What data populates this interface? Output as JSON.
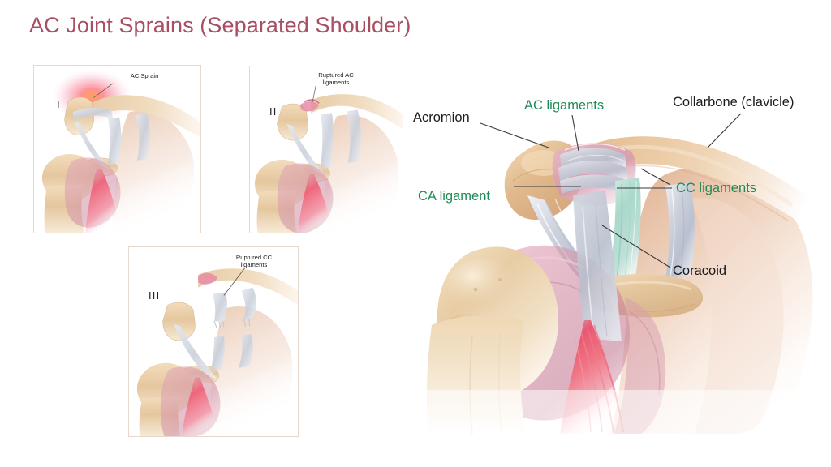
{
  "page": {
    "title": "AC Joint Sprains (Separated Shoulder)",
    "background_color": "#ffffff",
    "title_color": "#a84f63"
  },
  "colors": {
    "title": "#a84f63",
    "label_black": "#1a1a1a",
    "label_green": "#1f8a55",
    "panel_border": "#e7d8cd",
    "bone": "#e4c49c",
    "bone_light": "#f0dcc0",
    "ligament": "#c8cbd6",
    "ligament_teal": "#a8d8cc",
    "capsule_pink": "#d49aae",
    "muscle_red": "#e8506a",
    "inflammation": "#f4697f",
    "skin": "#e0b190"
  },
  "grade_panels": [
    {
      "numeral": "I",
      "callout": "AC Sprain",
      "description": "Grade I AC joint sprain with inflammation at the acromioclavicular joint"
    },
    {
      "numeral": "II",
      "callout": "Ruptured AC\nligaments",
      "description": "Grade II sprain with ruptured acromioclavicular ligaments"
    },
    {
      "numeral": "III",
      "callout": "Ruptured CC\nligaments",
      "description": "Grade III sprain with ruptured coracoclavicular ligaments"
    }
  ],
  "main_diagram": {
    "labels": [
      {
        "id": "acromion",
        "text": "Acromion",
        "color": "black"
      },
      {
        "id": "ac_ligaments",
        "text": "AC ligaments",
        "color": "green"
      },
      {
        "id": "collarbone",
        "text": "Collarbone (clavicle)",
        "color": "black"
      },
      {
        "id": "ca_ligament",
        "text": "CA ligament",
        "color": "green"
      },
      {
        "id": "cc_ligaments",
        "text": "CC ligaments",
        "color": "green"
      },
      {
        "id": "coracoid",
        "text": "Coracoid",
        "color": "black"
      }
    ]
  }
}
